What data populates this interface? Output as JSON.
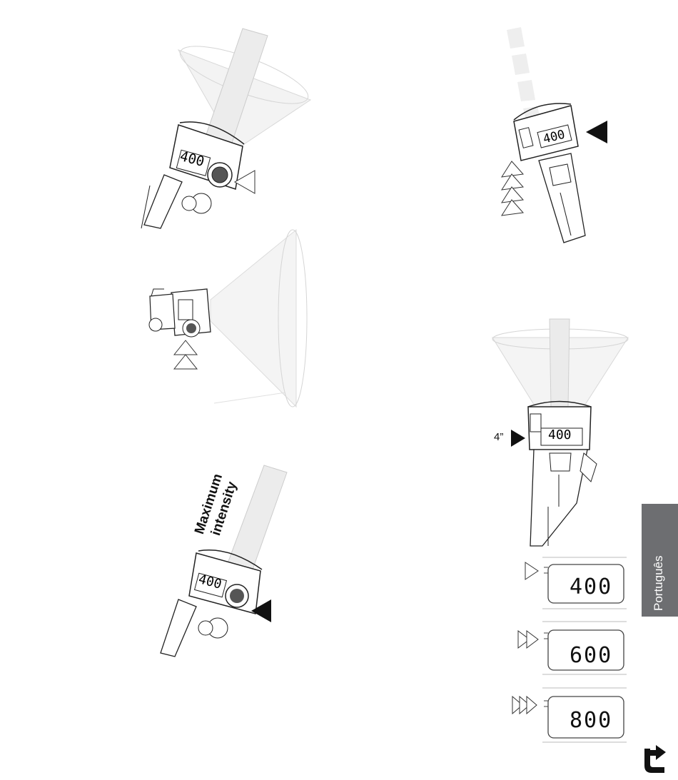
{
  "labels": {
    "max_intensity_line1": "Maximum",
    "max_intensity_line2": "intensity",
    "hold_time": "4”"
  },
  "displays": {
    "device_main": "400",
    "level_1": "400",
    "level_2": "600",
    "level_3": "800"
  },
  "side_tab": {
    "label": "Português"
  },
  "icons": {
    "back": "back-arrow-icon",
    "press_solid": "triangle-solid-icon",
    "press_outline": "triangle-outline-icon"
  },
  "colors": {
    "tab_bg": "#6d6e71",
    "line": "#222222",
    "beam": "#e9e9e9"
  }
}
